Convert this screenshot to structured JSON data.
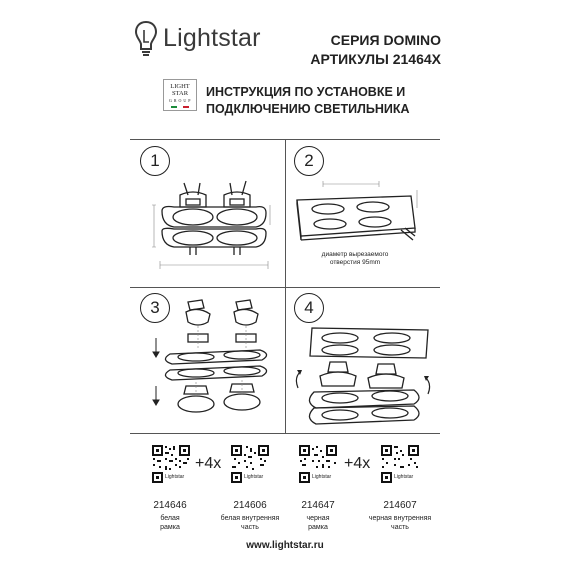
{
  "brand": {
    "name": "Lightstar",
    "logo_icon": "bulb-icon"
  },
  "series": {
    "line1": "СЕРИЯ DOMINO",
    "line2": "АРТИКУЛЫ 21464X"
  },
  "badge": {
    "line1": "LIGHT",
    "line2": "STAR",
    "group": "G R O U P"
  },
  "instruction": {
    "line1": "ИНСТРУКЦИЯ ПО УСТАНОВКЕ И",
    "line2": "ПОДКЛЮЧЕНИЮ СВЕТИЛЬНИКА"
  },
  "steps": [
    {
      "num": "1"
    },
    {
      "num": "2",
      "note_line1": "диаметр вырезаемого",
      "note_line2": "отверстия 95mm"
    },
    {
      "num": "3"
    },
    {
      "num": "4"
    }
  ],
  "products": [
    {
      "code": "214646",
      "desc1": "белая",
      "desc2": "рамка",
      "qr_caption": "Lightstar"
    },
    {
      "code": "214606",
      "desc1": "белая внутренняя",
      "desc2": "часть",
      "qr_caption": "Lightstar"
    },
    {
      "code": "214647",
      "desc1": "черная",
      "desc2": "рамка",
      "qr_caption": "Lightstar"
    },
    {
      "code": "214607",
      "desc1": "черная внутренняя",
      "desc2": "часть",
      "qr_caption": "Lightstar"
    }
  ],
  "multiplier": "+4x",
  "website": "www.lightstar.ru",
  "colors": {
    "text": "#222222",
    "line": "#555555",
    "background": "#ffffff"
  }
}
